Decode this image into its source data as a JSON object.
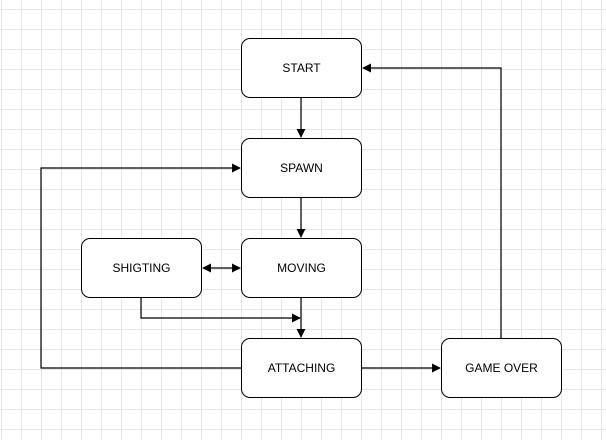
{
  "diagram": {
    "type": "state-diagram",
    "nodes": [
      {
        "id": "start",
        "label": "START"
      },
      {
        "id": "spawn",
        "label": "SPAWN"
      },
      {
        "id": "moving",
        "label": "MOVING"
      },
      {
        "id": "shigting",
        "label": "SHIGTING"
      },
      {
        "id": "attaching",
        "label": "ATTACHING"
      },
      {
        "id": "gameover",
        "label": "GAME OVER"
      }
    ],
    "edges": [
      {
        "from": "start",
        "to": "spawn",
        "direction": "forward"
      },
      {
        "from": "spawn",
        "to": "moving",
        "direction": "forward"
      },
      {
        "from": "shigting",
        "to": "moving",
        "direction": "both"
      },
      {
        "from": "moving",
        "to": "attaching",
        "direction": "forward"
      },
      {
        "from": "shigting",
        "to": "attaching",
        "direction": "forward"
      },
      {
        "from": "attaching",
        "to": "spawn",
        "direction": "forward"
      },
      {
        "from": "attaching",
        "to": "gameover",
        "direction": "forward"
      },
      {
        "from": "gameover",
        "to": "start",
        "direction": "forward"
      }
    ],
    "colors": {
      "stroke": "#000000",
      "node_fill": "#ffffff",
      "grid": "#e6e6e6",
      "background": "#ffffff"
    }
  }
}
